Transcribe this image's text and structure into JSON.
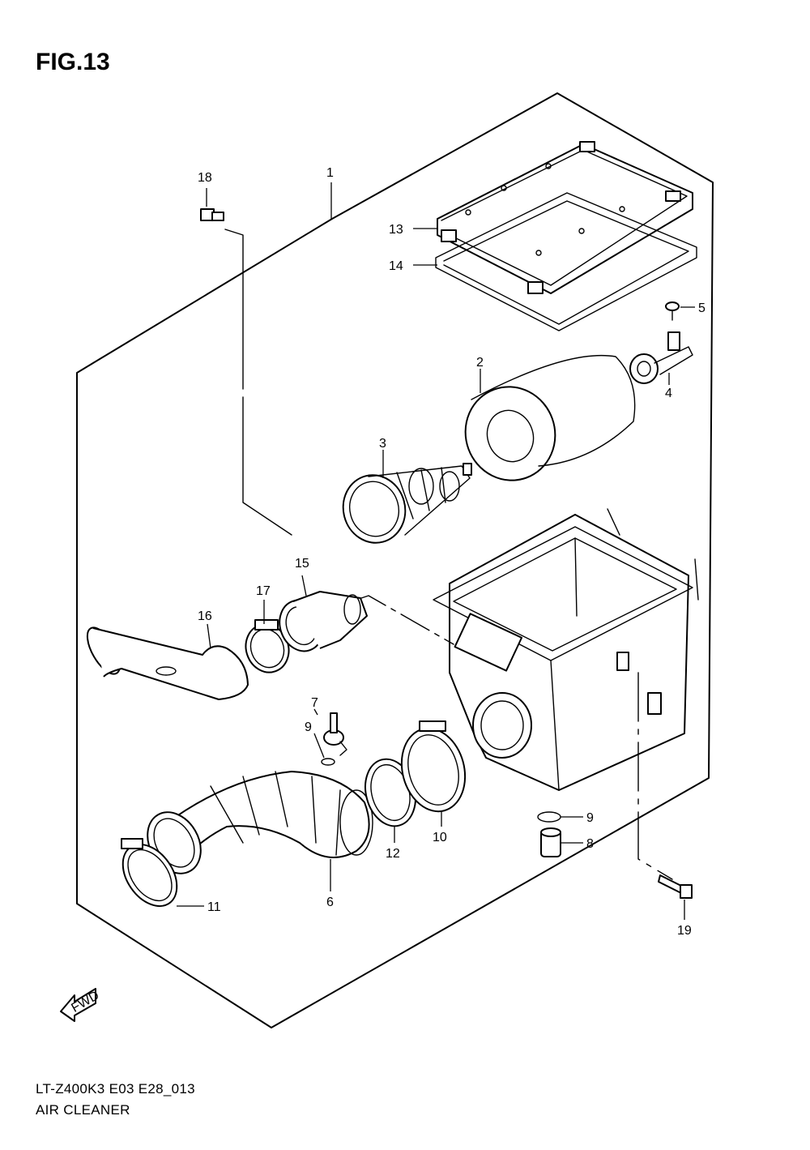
{
  "figure_title": "FIG.13",
  "model_code": "LT-Z400K3 E03 E28_013",
  "caption": "AIR CLEANER",
  "fwd_label": "FWD",
  "callouts": {
    "c1": "1",
    "c2": "2",
    "c3": "3",
    "c4": "4",
    "c5": "5",
    "c6": "6",
    "c7": "7",
    "c8": "8",
    "c9a": "9",
    "c9b": "9",
    "c10": "10",
    "c11": "11",
    "c12": "12",
    "c13": "13",
    "c14": "14",
    "c15": "15",
    "c16": "16",
    "c17": "17",
    "c18": "18",
    "c19": "19"
  }
}
